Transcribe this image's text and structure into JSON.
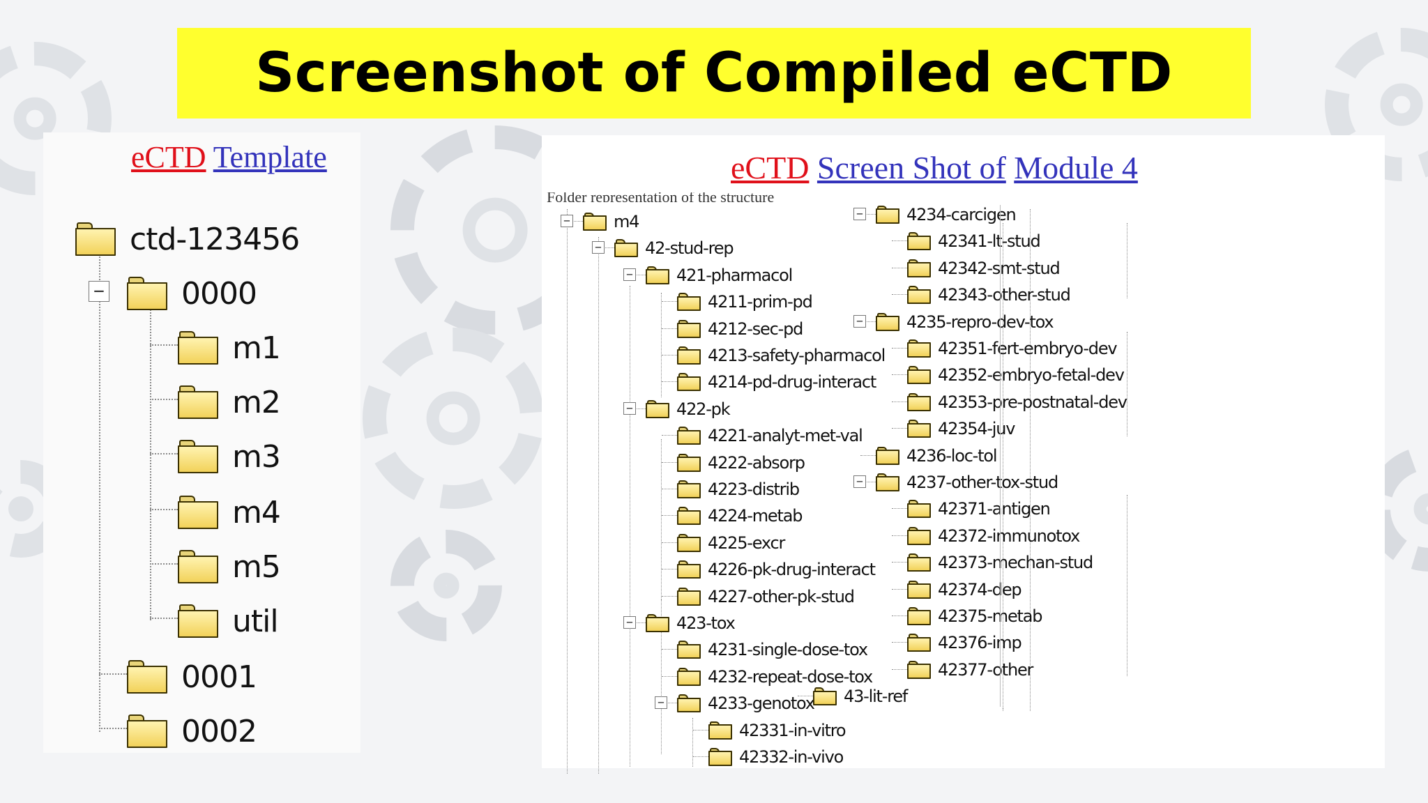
{
  "slide": {
    "title": "Screenshot of Compiled eCTD"
  },
  "template_panel": {
    "heading_red": "eCTD",
    "heading_blue": "Template",
    "nodes": [
      {
        "label": "ctd-123456"
      },
      {
        "label": "0000"
      },
      {
        "label": "m1"
      },
      {
        "label": "m2"
      },
      {
        "label": "m3"
      },
      {
        "label": "m4"
      },
      {
        "label": "m5"
      },
      {
        "label": "util"
      },
      {
        "label": "0001"
      },
      {
        "label": "0002"
      }
    ]
  },
  "module4_panel": {
    "heading_red": "eCTD",
    "heading_blue_1": "Screen Shot of",
    "heading_blue_2": "Module 4",
    "cut_off_text": "Folder representation of the structure",
    "nodes": [
      {
        "label": "m4"
      },
      {
        "label": "42-stud-rep"
      },
      {
        "label": "421-pharmacol"
      },
      {
        "label": "4211-prim-pd"
      },
      {
        "label": "4212-sec-pd"
      },
      {
        "label": "4213-safety-pharmacol"
      },
      {
        "label": "4214-pd-drug-interact"
      },
      {
        "label": "422-pk"
      },
      {
        "label": "4221-analyt-met-val"
      },
      {
        "label": "4222-absorp"
      },
      {
        "label": "4223-distrib"
      },
      {
        "label": "4224-metab"
      },
      {
        "label": "4225-excr"
      },
      {
        "label": "4226-pk-drug-interact"
      },
      {
        "label": "4227-other-pk-stud"
      },
      {
        "label": "423-tox"
      },
      {
        "label": "4231-single-dose-tox"
      },
      {
        "label": "4232-repeat-dose-tox"
      },
      {
        "label": "4233-genotox"
      },
      {
        "label": "42331-in-vitro"
      },
      {
        "label": "42332-in-vivo"
      },
      {
        "label": "4234-carcigen"
      },
      {
        "label": "42341-lt-stud"
      },
      {
        "label": "42342-smt-stud"
      },
      {
        "label": "42343-other-stud"
      },
      {
        "label": "4235-repro-dev-tox"
      },
      {
        "label": "42351-fert-embryo-dev"
      },
      {
        "label": "42352-embryo-fetal-dev"
      },
      {
        "label": "42353-pre-postnatal-dev"
      },
      {
        "label": "42354-juv"
      },
      {
        "label": "4236-loc-tol"
      },
      {
        "label": "4237-other-tox-stud"
      },
      {
        "label": "42371-antigen"
      },
      {
        "label": "42372-immunotox"
      },
      {
        "label": "42373-mechan-stud"
      },
      {
        "label": "42374-dep"
      },
      {
        "label": "42375-metab"
      },
      {
        "label": "42376-imp"
      },
      {
        "label": "42377-other"
      },
      {
        "label": "43-lit-ref"
      }
    ]
  },
  "colors": {
    "title_background": "#ffff2e",
    "heading_red": "#e0101a",
    "heading_blue": "#3333bb"
  }
}
